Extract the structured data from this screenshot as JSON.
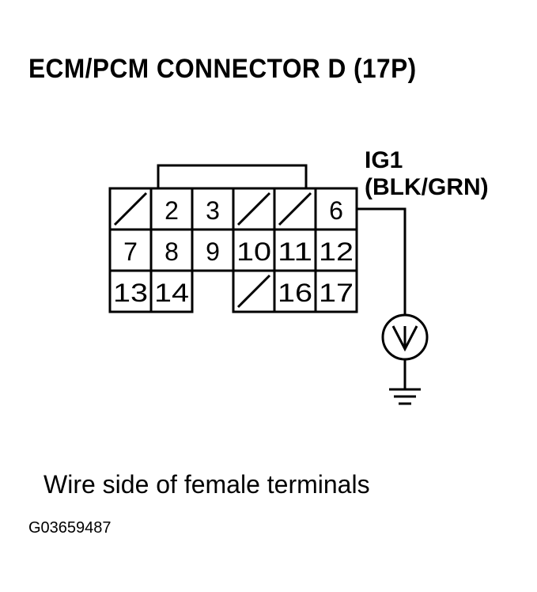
{
  "title": "ECM/PCM CONNECTOR D (17P)",
  "wire": {
    "name": "IG1",
    "color": "(BLK/GRN)"
  },
  "pins": {
    "p2": "2",
    "p3": "3",
    "p6": "6",
    "p7": "7",
    "p8": "8",
    "p9": "9",
    "p10": "10",
    "p11": "11",
    "p12": "12",
    "p13": "13",
    "p14": "14",
    "p16": "16",
    "p17": "17"
  },
  "caption": "Wire side of female terminals",
  "figure_code": "G03659487"
}
